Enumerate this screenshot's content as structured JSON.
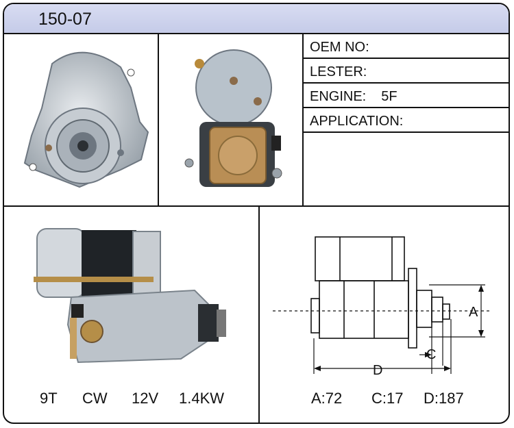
{
  "header": {
    "part_code": "150-07"
  },
  "info": {
    "oem_label": "OEM NO:",
    "oem_value": "",
    "lester_label": "LESTER:",
    "lester_value": "",
    "engine_label": "ENGINE:",
    "engine_value": "5F",
    "application_label": "APPLICATION:",
    "application_value": ""
  },
  "specs": {
    "teeth": "9T",
    "rotation": "CW",
    "voltage": "12V",
    "power": "1.4KW"
  },
  "drawing": {
    "label_a": "A",
    "label_c": "C",
    "label_d": "D"
  },
  "dimensions": {
    "a": "A:72",
    "c": "C:17",
    "d": "D:187"
  }
}
